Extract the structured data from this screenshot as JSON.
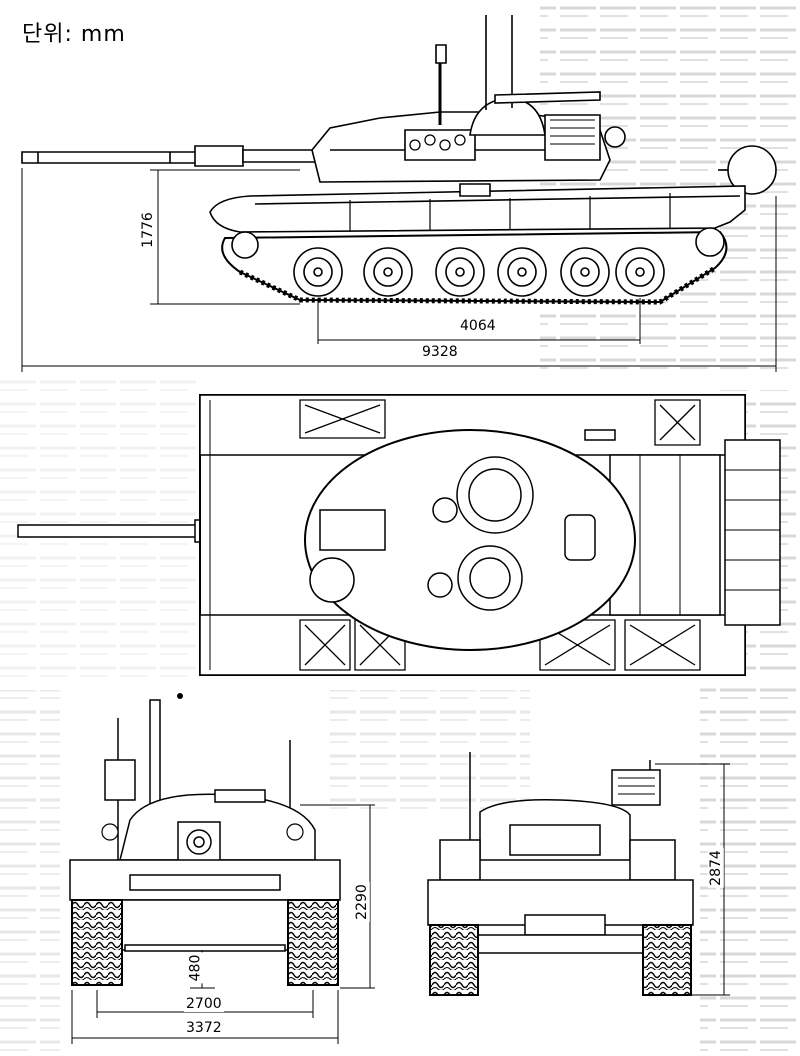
{
  "unit_label": "단위: mm",
  "dimensions": {
    "side_height": "1776",
    "side_wheelbase": "4064",
    "side_total_length": "9328",
    "front_height": "2290",
    "front_clearance": "480",
    "front_track": "2700",
    "front_width": "3372",
    "rear_height": "2874"
  },
  "colors": {
    "ink": "#000000",
    "paper": "#ffffff",
    "text_column": "#9a9a9a"
  }
}
